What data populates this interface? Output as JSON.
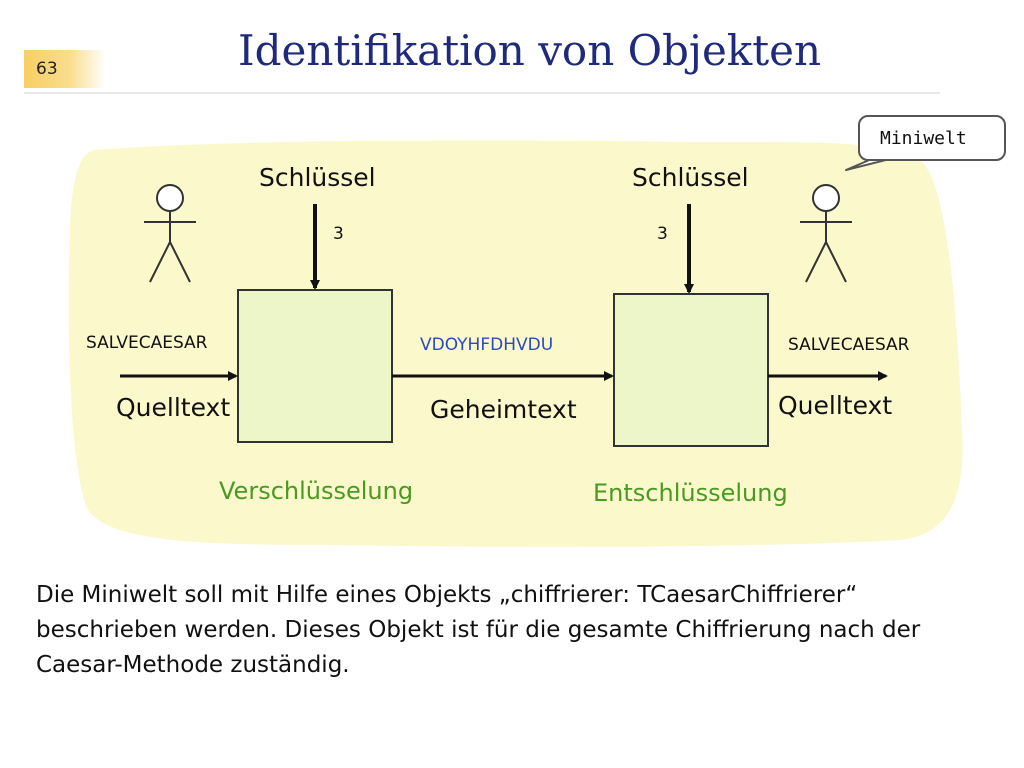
{
  "slide": {
    "page_number": "63",
    "title": "Identifikation von Objekten"
  },
  "diagram": {
    "callout_label": "Miniwelt",
    "left_key_label": "Schlüssel",
    "left_key_value": "3",
    "right_key_label": "Schlüssel",
    "right_key_value": "3",
    "input_text": "SALVECAESAR",
    "input_label": "Quelltext",
    "cipher_text": "VDOYHFDHVDU",
    "cipher_label": "Geheimtext",
    "output_text": "SALVECAESAR",
    "output_label": "Quelltext",
    "encrypt_label": "Verschlüsselung",
    "decrypt_label": "Entschlüsselung",
    "colors": {
      "background_blob": "#fbf8cb",
      "box_fill": "#ecf6c9",
      "green_text": "#4a9a21",
      "blue_text": "#2a49c8",
      "title": "#1f2a7a"
    }
  },
  "description": {
    "line1": "Die Miniwelt soll mit Hilfe eines Objekts „chiffrierer: TCaesarChiffrierer“",
    "line2": "beschrieben werden. Dieses Objekt ist für die gesamte Chiffrierung nach der",
    "line3": "Caesar-Methode zuständig."
  }
}
